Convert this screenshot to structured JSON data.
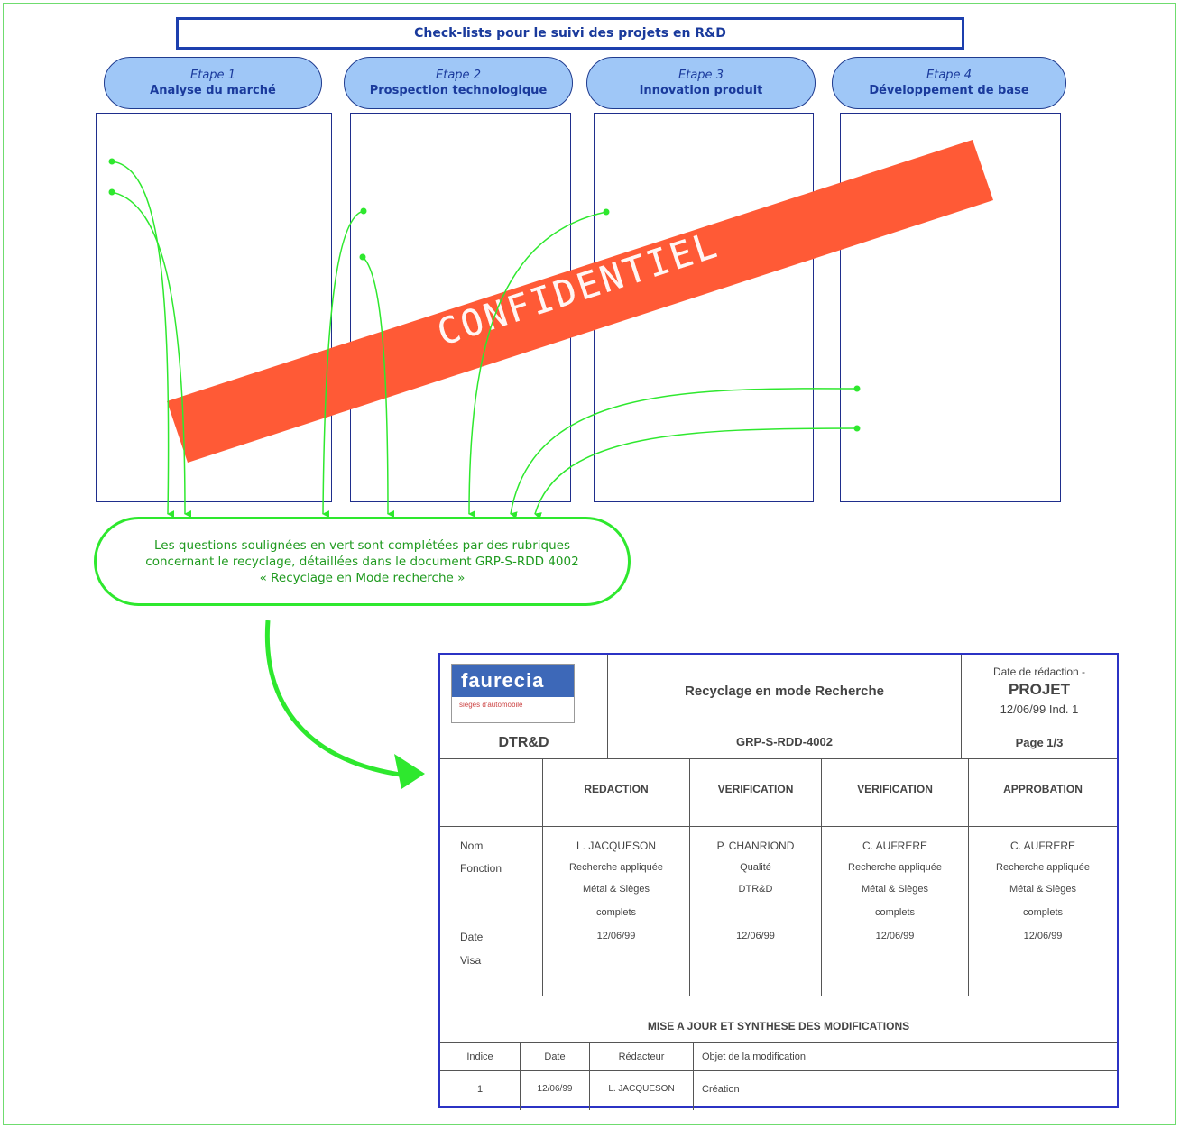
{
  "title": "Check-lists pour le suivi des projets en R&D",
  "stages": [
    {
      "num": "Etape 1",
      "name": "Analyse du marché"
    },
    {
      "num": "Etape 2",
      "name": "Prospection technologique"
    },
    {
      "num": "Etape 3",
      "name": "Innovation produit"
    },
    {
      "num": "Etape 4",
      "name": "Développement de base"
    }
  ],
  "watermark": "CONFIDENTIEL",
  "note": {
    "line1": "Les questions soulignées en vert sont complétées par des rubriques",
    "line2": "concernant le recyclage, détaillées dans le document GRP-S-RDD 4002",
    "line3": "« Recyclage en Mode recherche »"
  },
  "colors": {
    "title_border": "#1c3fae",
    "stage_fill": "#9fc7f7",
    "arrow_green": "#2ee82e",
    "watermark": "#ff5a36"
  },
  "document": {
    "logo": "faurecia",
    "logo_tag": "sièges d'automobile",
    "doc_title": "Recyclage en mode Recherche",
    "date_label": "Date de rédaction -",
    "status": "PROJET",
    "date_ind": "12/06/99 Ind. 1",
    "dept": "DTR&D",
    "ref": "GRP-S-RDD-4002",
    "page": "Page 1/3",
    "headers": [
      "REDACTION",
      "VERIFICATION",
      "VERIFICATION",
      "APPROBATION"
    ],
    "row_labels": {
      "nom": "Nom",
      "fonction": "Fonction",
      "date": "Date",
      "visa": "Visa"
    },
    "cols": [
      {
        "nom": "L. JACQUESON",
        "f1": "Recherche appliquée",
        "f2": "Métal & Sièges",
        "f3": "complets",
        "date": "12/06/99"
      },
      {
        "nom": "P. CHANRIOND",
        "f1": "Qualité",
        "f2": "DTR&D",
        "f3": "",
        "date": "12/06/99"
      },
      {
        "nom": "C. AUFRERE",
        "f1": "Recherche appliquée",
        "f2": "Métal & Sièges",
        "f3": "complets",
        "date": "12/06/99"
      },
      {
        "nom": "C. AUFRERE",
        "f1": "Recherche appliquée",
        "f2": "Métal & Sièges",
        "f3": "complets",
        "date": "12/06/99"
      }
    ],
    "mods_title": "MISE A JOUR ET SYNTHESE DES MODIFICATIONS",
    "mods_headers": [
      "Indice",
      "Date",
      "Rédacteur",
      "Objet de la modification"
    ],
    "mods_row": [
      "1",
      "12/06/99",
      "L. JACQUESON",
      "Création"
    ]
  }
}
